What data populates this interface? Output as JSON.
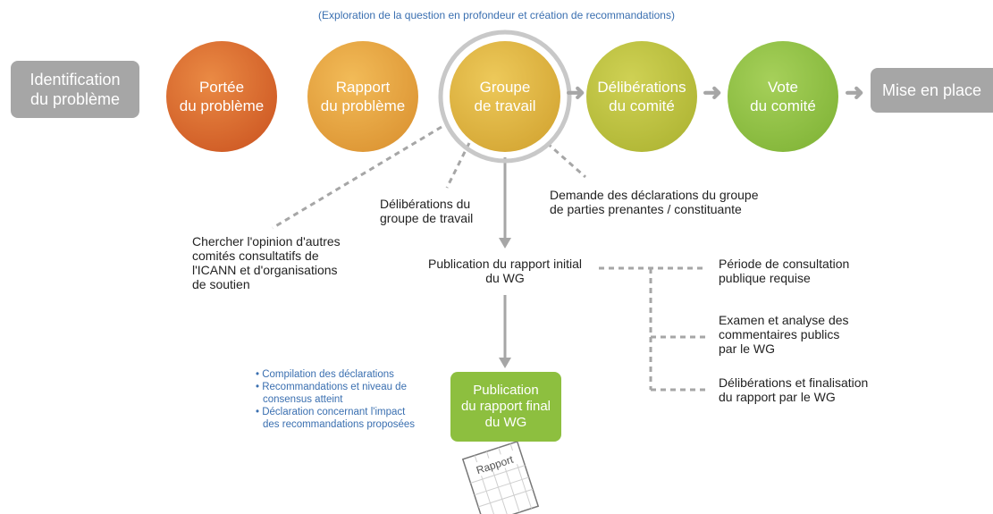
{
  "top_caption": "(Exploration de la question en profondeur et création de recommandations)",
  "steps": {
    "identification": [
      "Identification",
      "du problème"
    ],
    "portee": [
      "Portée",
      "du problème"
    ],
    "rapport_probleme": [
      "Rapport",
      "du problème"
    ],
    "groupe_travail": [
      "Groupe",
      "de travail"
    ],
    "deliberations_comite": [
      "Délibérations",
      "du comité"
    ],
    "vote_comite": [
      "Vote",
      "du comité"
    ],
    "mise_en_place": "Mise en place"
  },
  "notes": {
    "chercher_opinion": [
      "Chercher l'opinion d'autres",
      "comités consultatifs de",
      "l'ICANN et d'organisations",
      "de soutien"
    ],
    "deliberations_groupe": [
      "Délibérations du",
      "groupe de travail"
    ],
    "demande_declarations": [
      "Demande des déclarations du groupe",
      "de parties prenantes / constituante"
    ],
    "publication_initial": [
      "Publication du rapport initial",
      "du WG"
    ],
    "periode_consultation": [
      "Période de consultation",
      "publique requise"
    ],
    "examen_analyse": [
      "Examen et analyse des",
      "commentaires publics",
      "par le WG"
    ],
    "deliberations_finalisation": [
      "Délibérations et finalisation",
      "du rapport par le WG"
    ]
  },
  "final_box": [
    "Publication",
    "du rapport final",
    "du WG"
  ],
  "bullets": [
    [
      "Compilation des déclarations"
    ],
    [
      "Recommandations et niveau de",
      "consensus atteint"
    ],
    [
      "Déclaration concernant l'impact",
      "des recommandations proposées"
    ]
  ],
  "document_label": "Rapport",
  "colors": {
    "gray": "#a6a6a6",
    "portee": "#d9662a",
    "rapport": "#e8a33a",
    "groupe": "#ddb23a",
    "deliberations": "#b9c23a",
    "vote": "#8dbf3f",
    "blue_text": "#3a6fb0"
  }
}
